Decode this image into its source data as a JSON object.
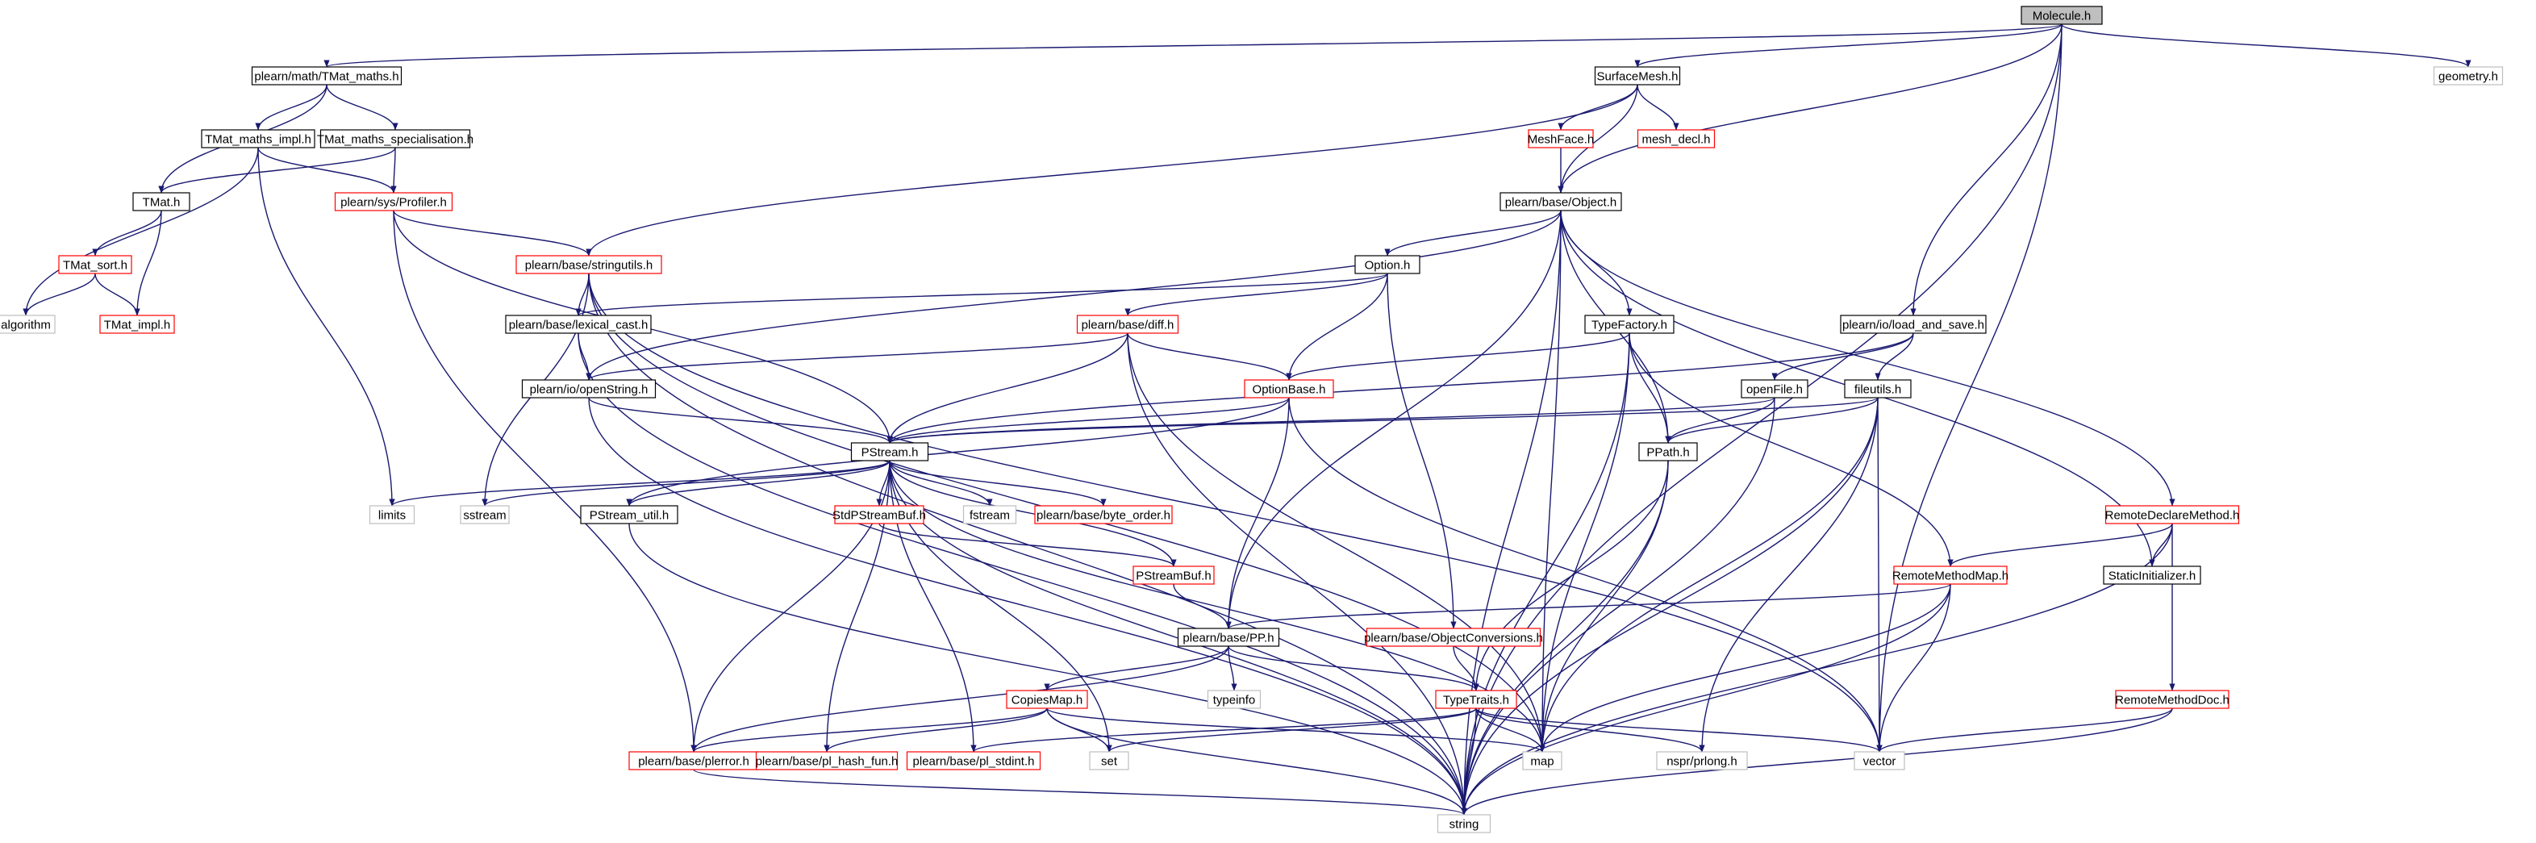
{
  "graph": {
    "colors": {
      "edge": "#191970",
      "border_black": "#000000",
      "border_red": "#ff0000",
      "border_gray": "#bfbfbf",
      "fill_root": "#bfbfbf",
      "fill_default": "#ffffff",
      "text": "#000000"
    },
    "nodes": [
      {
        "id": "molecule",
        "label": "Molecule.h",
        "style": "root"
      },
      {
        "id": "tmat_maths",
        "label": "plearn/math/TMat_maths.h",
        "style": "black"
      },
      {
        "id": "surfacemesh",
        "label": "SurfaceMesh.h",
        "style": "black"
      },
      {
        "id": "geometry",
        "label": "geometry.h",
        "style": "gray"
      },
      {
        "id": "tmat_maths_impl",
        "label": "TMat_maths_impl.h",
        "style": "black"
      },
      {
        "id": "tmat_maths_spec",
        "label": "TMat_maths_specialisation.h",
        "style": "black"
      },
      {
        "id": "meshface",
        "label": "MeshFace.h",
        "style": "red"
      },
      {
        "id": "mesh_decl",
        "label": "mesh_decl.h",
        "style": "red"
      },
      {
        "id": "tmat",
        "label": "TMat.h",
        "style": "black"
      },
      {
        "id": "profiler",
        "label": "plearn/sys/Profiler.h",
        "style": "red"
      },
      {
        "id": "object",
        "label": "plearn/base/Object.h",
        "style": "black"
      },
      {
        "id": "tmat_sort",
        "label": "TMat_sort.h",
        "style": "red"
      },
      {
        "id": "stringutils",
        "label": "plearn/base/stringutils.h",
        "style": "red"
      },
      {
        "id": "option",
        "label": "Option.h",
        "style": "black"
      },
      {
        "id": "algorithm",
        "label": "algorithm",
        "style": "gray"
      },
      {
        "id": "tmat_impl",
        "label": "TMat_impl.h",
        "style": "red"
      },
      {
        "id": "lexical_cast",
        "label": "plearn/base/lexical_cast.h",
        "style": "black"
      },
      {
        "id": "diff",
        "label": "plearn/base/diff.h",
        "style": "red"
      },
      {
        "id": "typefactory",
        "label": "TypeFactory.h",
        "style": "black"
      },
      {
        "id": "load_and_save",
        "label": "plearn/io/load_and_save.h",
        "style": "black"
      },
      {
        "id": "openstring",
        "label": "plearn/io/openString.h",
        "style": "black"
      },
      {
        "id": "optionbase",
        "label": "OptionBase.h",
        "style": "red"
      },
      {
        "id": "openfile",
        "label": "openFile.h",
        "style": "black"
      },
      {
        "id": "fileutils",
        "label": "fileutils.h",
        "style": "black"
      },
      {
        "id": "pstream",
        "label": "PStream.h",
        "style": "black"
      },
      {
        "id": "ppath",
        "label": "PPath.h",
        "style": "black"
      },
      {
        "id": "limits",
        "label": "limits",
        "style": "gray"
      },
      {
        "id": "sstream",
        "label": "sstream",
        "style": "gray"
      },
      {
        "id": "pstream_util",
        "label": "PStream_util.h",
        "style": "black"
      },
      {
        "id": "stdpstreambuf",
        "label": "StdPStreamBuf.h",
        "style": "red"
      },
      {
        "id": "fstream",
        "label": "fstream",
        "style": "gray"
      },
      {
        "id": "byte_order",
        "label": "plearn/base/byte_order.h",
        "style": "red"
      },
      {
        "id": "remotedeclaremethod",
        "label": "RemoteDeclareMethod.h",
        "style": "red"
      },
      {
        "id": "pstreambuf",
        "label": "PStreamBuf.h",
        "style": "red"
      },
      {
        "id": "remotemethodmap",
        "label": "RemoteMethodMap.h",
        "style": "red"
      },
      {
        "id": "staticinitializer",
        "label": "StaticInitializer.h",
        "style": "black"
      },
      {
        "id": "pp",
        "label": "plearn/base/PP.h",
        "style": "black"
      },
      {
        "id": "objectconversions",
        "label": "plearn/base/ObjectConversions.h",
        "style": "red"
      },
      {
        "id": "typeinfo",
        "label": "typeinfo",
        "style": "gray"
      },
      {
        "id": "copiesmap",
        "label": "CopiesMap.h",
        "style": "red"
      },
      {
        "id": "typetraits",
        "label": "TypeTraits.h",
        "style": "red"
      },
      {
        "id": "remotemethoddoc",
        "label": "RemoteMethodDoc.h",
        "style": "red"
      },
      {
        "id": "plerror",
        "label": "plearn/base/plerror.h",
        "style": "red"
      },
      {
        "id": "pl_hash_fun",
        "label": "plearn/base/pl_hash_fun.h",
        "style": "red"
      },
      {
        "id": "pl_stdint",
        "label": "plearn/base/pl_stdint.h",
        "style": "red"
      },
      {
        "id": "set",
        "label": "set",
        "style": "gray"
      },
      {
        "id": "map",
        "label": "map",
        "style": "gray"
      },
      {
        "id": "nspr_prlong",
        "label": "nspr/prlong.h",
        "style": "gray"
      },
      {
        "id": "vector",
        "label": "vector",
        "style": "gray"
      },
      {
        "id": "string",
        "label": "string",
        "style": "gray"
      }
    ],
    "edges": [
      [
        "molecule",
        "tmat_maths"
      ],
      [
        "molecule",
        "surfacemesh"
      ],
      [
        "molecule",
        "geometry"
      ],
      [
        "molecule",
        "object"
      ],
      [
        "molecule",
        "load_and_save"
      ],
      [
        "molecule",
        "vector"
      ],
      [
        "molecule",
        "string"
      ],
      [
        "tmat_maths",
        "tmat_maths_impl"
      ],
      [
        "tmat_maths",
        "tmat_maths_spec"
      ],
      [
        "tmat_maths",
        "tmat"
      ],
      [
        "tmat_maths_impl",
        "algorithm"
      ],
      [
        "tmat_maths_impl",
        "limits"
      ],
      [
        "tmat_maths_impl",
        "profiler"
      ],
      [
        "tmat_maths_spec",
        "profiler"
      ],
      [
        "tmat_maths_spec",
        "tmat"
      ],
      [
        "tmat",
        "tmat_sort"
      ],
      [
        "tmat",
        "tmat_impl"
      ],
      [
        "tmat_sort",
        "algorithm"
      ],
      [
        "tmat_sort",
        "tmat_impl"
      ],
      [
        "profiler",
        "plerror"
      ],
      [
        "profiler",
        "stringutils"
      ],
      [
        "profiler",
        "pstream"
      ],
      [
        "surfacemesh",
        "meshface"
      ],
      [
        "surfacemesh",
        "mesh_decl"
      ],
      [
        "surfacemesh",
        "object"
      ],
      [
        "surfacemesh",
        "stringutils"
      ],
      [
        "meshface",
        "object"
      ],
      [
        "object",
        "option"
      ],
      [
        "object",
        "typefactory"
      ],
      [
        "object",
        "ppath"
      ],
      [
        "object",
        "pp"
      ],
      [
        "object",
        "map"
      ],
      [
        "object",
        "string"
      ],
      [
        "object",
        "openstring"
      ],
      [
        "object",
        "staticinitializer"
      ],
      [
        "object",
        "remotedeclaremethod"
      ],
      [
        "stringutils",
        "lexical_cast"
      ],
      [
        "stringutils",
        "sstream"
      ],
      [
        "stringutils",
        "string"
      ],
      [
        "stringutils",
        "map"
      ],
      [
        "stringutils",
        "vector"
      ],
      [
        "option",
        "diff"
      ],
      [
        "option",
        "optionbase"
      ],
      [
        "option",
        "lexical_cast"
      ],
      [
        "option",
        "objectconversions"
      ],
      [
        "lexical_cast",
        "openstring"
      ],
      [
        "lexical_cast",
        "string"
      ],
      [
        "diff",
        "openstring"
      ],
      [
        "diff",
        "optionbase"
      ],
      [
        "diff",
        "pstream"
      ],
      [
        "diff",
        "string"
      ],
      [
        "diff",
        "map"
      ],
      [
        "openstring",
        "pstream"
      ],
      [
        "openstring",
        "string"
      ],
      [
        "typefactory",
        "optionbase"
      ],
      [
        "typefactory",
        "ppath"
      ],
      [
        "typefactory",
        "map"
      ],
      [
        "typefactory",
        "string"
      ],
      [
        "typefactory",
        "remotemethodmap"
      ],
      [
        "load_and_save",
        "openfile"
      ],
      [
        "load_and_save",
        "fileutils"
      ],
      [
        "load_and_save",
        "pstream"
      ],
      [
        "openfile",
        "pstream"
      ],
      [
        "openfile",
        "ppath"
      ],
      [
        "openfile",
        "string"
      ],
      [
        "fileutils",
        "ppath"
      ],
      [
        "fileutils",
        "pstream"
      ],
      [
        "fileutils",
        "vector"
      ],
      [
        "fileutils",
        "map"
      ],
      [
        "fileutils",
        "nspr_prlong"
      ],
      [
        "fileutils",
        "string"
      ],
      [
        "optionbase",
        "pstream"
      ],
      [
        "optionbase",
        "pp"
      ],
      [
        "optionbase",
        "vector"
      ],
      [
        "optionbase",
        "pstream_util"
      ],
      [
        "pstream",
        "limits"
      ],
      [
        "pstream",
        "sstream"
      ],
      [
        "pstream",
        "pstream_util"
      ],
      [
        "pstream",
        "stdpstreambuf"
      ],
      [
        "pstream",
        "fstream"
      ],
      [
        "pstream",
        "byte_order"
      ],
      [
        "pstream",
        "pstreambuf"
      ],
      [
        "pstream",
        "plerror"
      ],
      [
        "pstream",
        "pl_hash_fun"
      ],
      [
        "pstream",
        "pl_stdint"
      ],
      [
        "pstream",
        "set"
      ],
      [
        "pstream",
        "map"
      ],
      [
        "pstream",
        "string"
      ],
      [
        "pstream_util",
        "string"
      ],
      [
        "stdpstreambuf",
        "pstreambuf"
      ],
      [
        "pstreambuf",
        "pp"
      ],
      [
        "ppath",
        "typetraits"
      ],
      [
        "ppath",
        "map"
      ],
      [
        "ppath",
        "string"
      ],
      [
        "remotedeclaremethod",
        "remotemethodmap"
      ],
      [
        "remotedeclaremethod",
        "staticinitializer"
      ],
      [
        "remotedeclaremethod",
        "remotemethoddoc"
      ],
      [
        "remotedeclaremethod",
        "string"
      ],
      [
        "remotemethodmap",
        "pp"
      ],
      [
        "remotemethodmap",
        "map"
      ],
      [
        "remotemethodmap",
        "vector"
      ],
      [
        "remotemethodmap",
        "string"
      ],
      [
        "pp",
        "copiesmap"
      ],
      [
        "pp",
        "typetraits"
      ],
      [
        "pp",
        "typeinfo"
      ],
      [
        "pp",
        "plerror"
      ],
      [
        "objectconversions",
        "typetraits"
      ],
      [
        "copiesmap",
        "plerror"
      ],
      [
        "copiesmap",
        "pl_hash_fun"
      ],
      [
        "copiesmap",
        "map"
      ],
      [
        "copiesmap",
        "set"
      ],
      [
        "copiesmap",
        "string"
      ],
      [
        "typetraits",
        "map"
      ],
      [
        "typetraits",
        "set"
      ],
      [
        "typetraits",
        "vector"
      ],
      [
        "typetraits",
        "pl_stdint"
      ],
      [
        "typetraits",
        "nspr_prlong"
      ],
      [
        "typetraits",
        "string"
      ],
      [
        "remotemethoddoc",
        "vector"
      ],
      [
        "remotemethoddoc",
        "string"
      ],
      [
        "plerror",
        "string"
      ]
    ]
  }
}
